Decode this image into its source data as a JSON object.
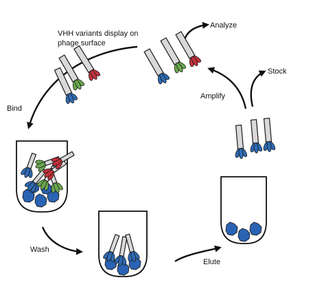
{
  "diagram": {
    "labels": {
      "display_line1": "VHH variants display on",
      "display_line2": "phage surface",
      "analyze": "Analyze",
      "stock": "Stock",
      "amplify": "Amplify",
      "bind": "Bind",
      "wash": "Wash",
      "elute": "Elute"
    },
    "colors": {
      "stroke": "#1a1a1a",
      "phage_body": "#d9d9d9",
      "red_vhh": "#c0313a",
      "green_vhh": "#6aa84f",
      "blue_vhh": "#2f6ab3",
      "target_blue": "#2a63b4"
    }
  }
}
